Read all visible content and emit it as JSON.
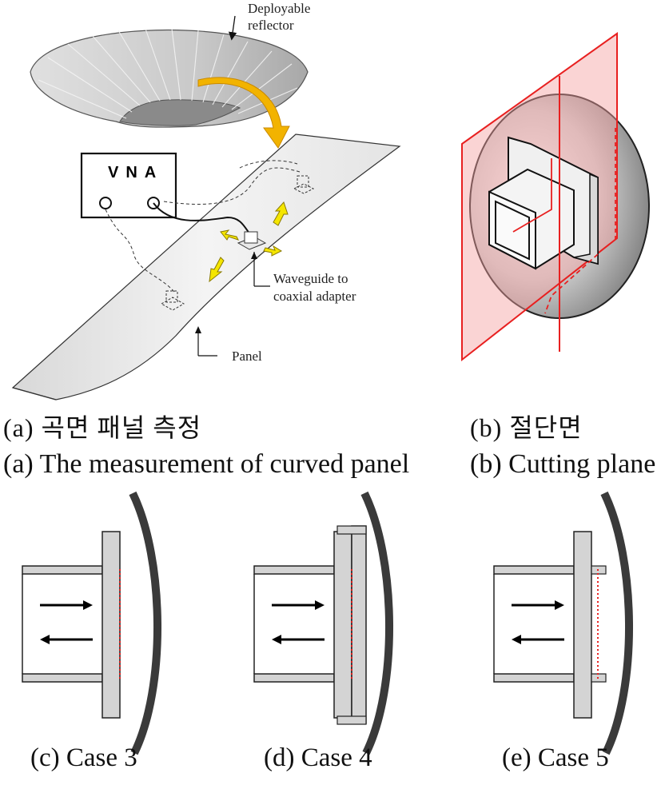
{
  "labels": {
    "deployable_reflector_1": "Deployable",
    "deployable_reflector_2": "reflector",
    "vna": "VNA",
    "adapter_1": "Waveguide to",
    "adapter_2": "coaxial adapter",
    "panel": "Panel"
  },
  "captions": {
    "a_ko": "(a) 곡면 패널 측정",
    "b_ko": "(b) 절단면",
    "a_en": "(a)  The measurement of curved panel",
    "b_en": "(b)  Cutting plane",
    "c": "(c)  Case 3",
    "d": "(d)  Case 4",
    "e": "(e)  Case 5"
  },
  "colors": {
    "outline": "#222222",
    "arrow_yellow": "#f5e600",
    "arrow_orange": "#f0b400",
    "cut_red": "#e82020",
    "reflector_dark": "#3a3a3a",
    "flange_gray": "#d4d4d4"
  }
}
